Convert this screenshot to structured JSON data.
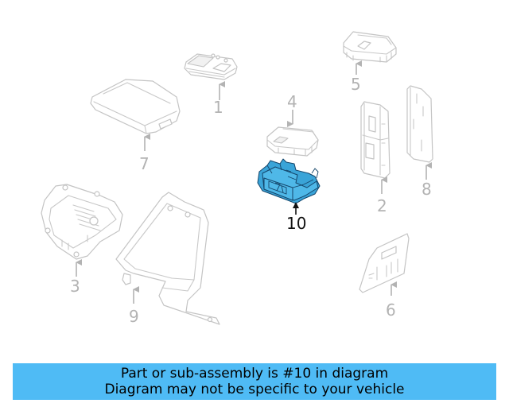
{
  "diagram": {
    "highlighted_part": "10",
    "highlight_color": "#4fb8e8",
    "callouts": [
      {
        "id": "1",
        "label": "1",
        "part": "small-module",
        "highlighted": false
      },
      {
        "id": "2",
        "label": "2",
        "part": "vertical-module-bracket",
        "highlighted": false
      },
      {
        "id": "3",
        "label": "3",
        "part": "engine-control-module",
        "highlighted": false
      },
      {
        "id": "4",
        "label": "4",
        "part": "square-control-module",
        "highlighted": false
      },
      {
        "id": "5",
        "label": "5",
        "part": "gateway-module",
        "highlighted": false
      },
      {
        "id": "6",
        "label": "6",
        "part": "mounting-plate",
        "highlighted": false
      },
      {
        "id": "7",
        "label": "7",
        "part": "large-flat-module",
        "highlighted": false
      },
      {
        "id": "8",
        "label": "8",
        "part": "vertical-plate",
        "highlighted": false
      },
      {
        "id": "9",
        "label": "9",
        "part": "module-mounting-bracket",
        "highlighted": false
      },
      {
        "id": "10",
        "label": "10",
        "part": "module-holder-bracket",
        "highlighted": true
      }
    ]
  },
  "banner": {
    "line1": "Part or sub-assembly is #10 in diagram",
    "line2": "Diagram may not be specific to your vehicle",
    "background": "#4fbbf5"
  }
}
